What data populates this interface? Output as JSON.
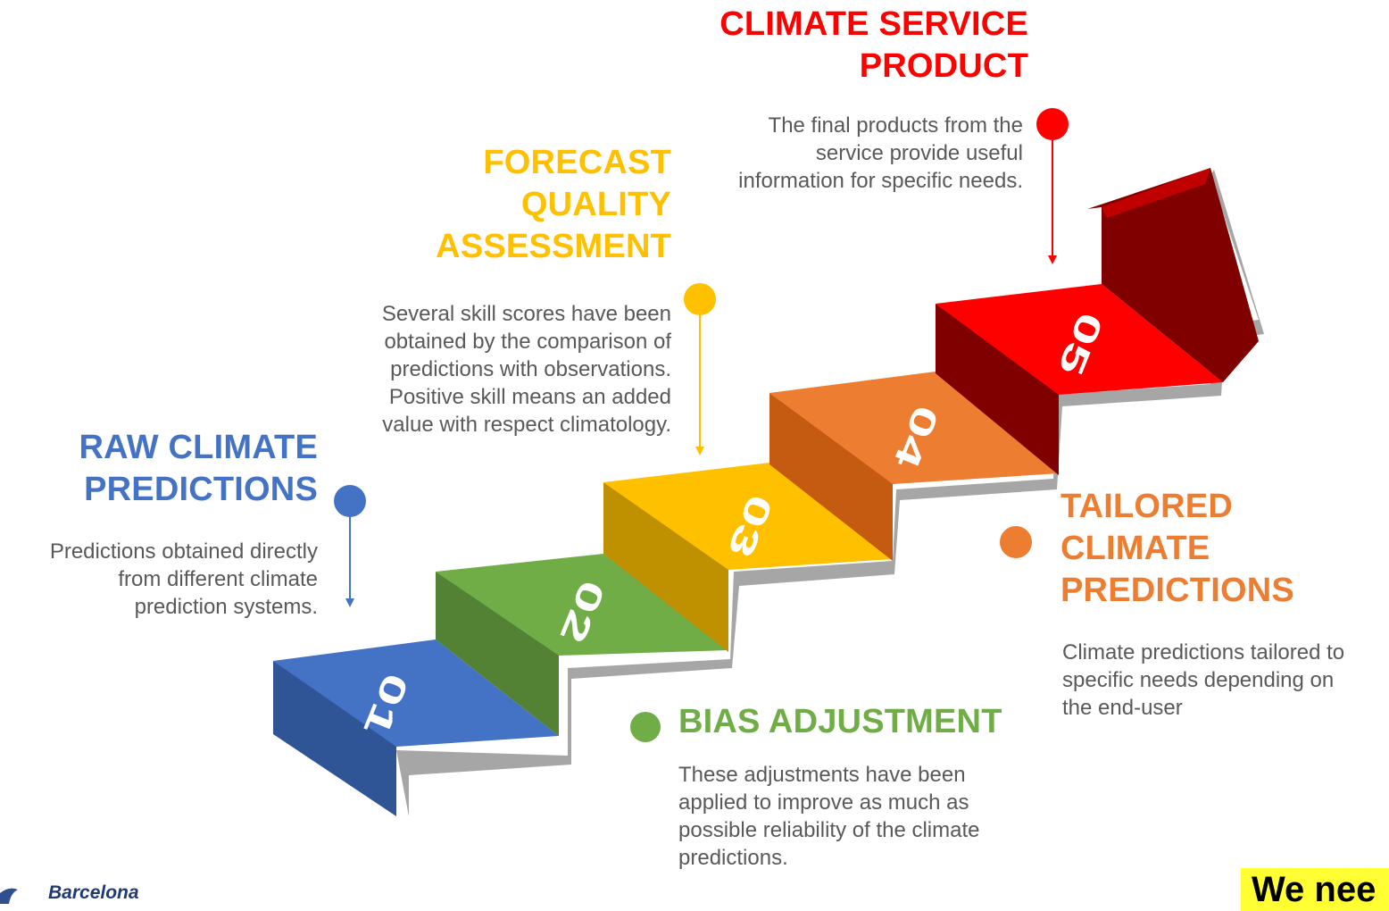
{
  "steps": [
    {
      "number": "01",
      "title_lines": [
        "RAW CLIMATE",
        "PREDICTIONS"
      ],
      "description": "Predictions obtained directly from different climate prediction systems.",
      "description_lines": [
        "Predictions obtained directly",
        "from different climate",
        "prediction systems."
      ],
      "color": "#4472c4"
    },
    {
      "number": "02",
      "title_lines": [
        "BIAS ADJUSTMENT"
      ],
      "description": "These adjustments have been applied to improve as much as possible reliability of the climate predictions.",
      "description_lines": [
        "These adjustments have been",
        "applied to improve as much as",
        "possible reliability of the climate",
        "predictions."
      ],
      "color": "#70ad47"
    },
    {
      "number": "03",
      "title_lines": [
        "FORECAST",
        "QUALITY",
        "ASSESSMENT"
      ],
      "description": "Several skill scores have been obtained by the comparison of predictions with observations. Positive skill means an added value with respect climatology.",
      "description_lines": [
        "Several skill scores have been",
        "obtained by the comparison of",
        "predictions with observations.",
        "Positive skill means an added",
        "value with respect climatology."
      ],
      "color": "#ffc000"
    },
    {
      "number": "04",
      "title_lines": [
        "TAILORED",
        "CLIMATE",
        "PREDICTIONS"
      ],
      "description": "Climate predictions tailored to specific needs depending on the end-user",
      "description_lines": [
        "Climate predictions tailored to",
        "specific needs depending on",
        "the end-user"
      ],
      "color": "#ed7d31"
    },
    {
      "number": "05",
      "title_lines": [
        "CLIMATE SERVICE",
        "PRODUCT"
      ],
      "description": "The final products from the service provide useful information for specific needs.",
      "description_lines": [
        "The final products from the",
        "service provide useful",
        "information for specific needs."
      ],
      "color": "#ff0000"
    }
  ],
  "banner_text": "We nee",
  "logo_text": "Barcelona"
}
